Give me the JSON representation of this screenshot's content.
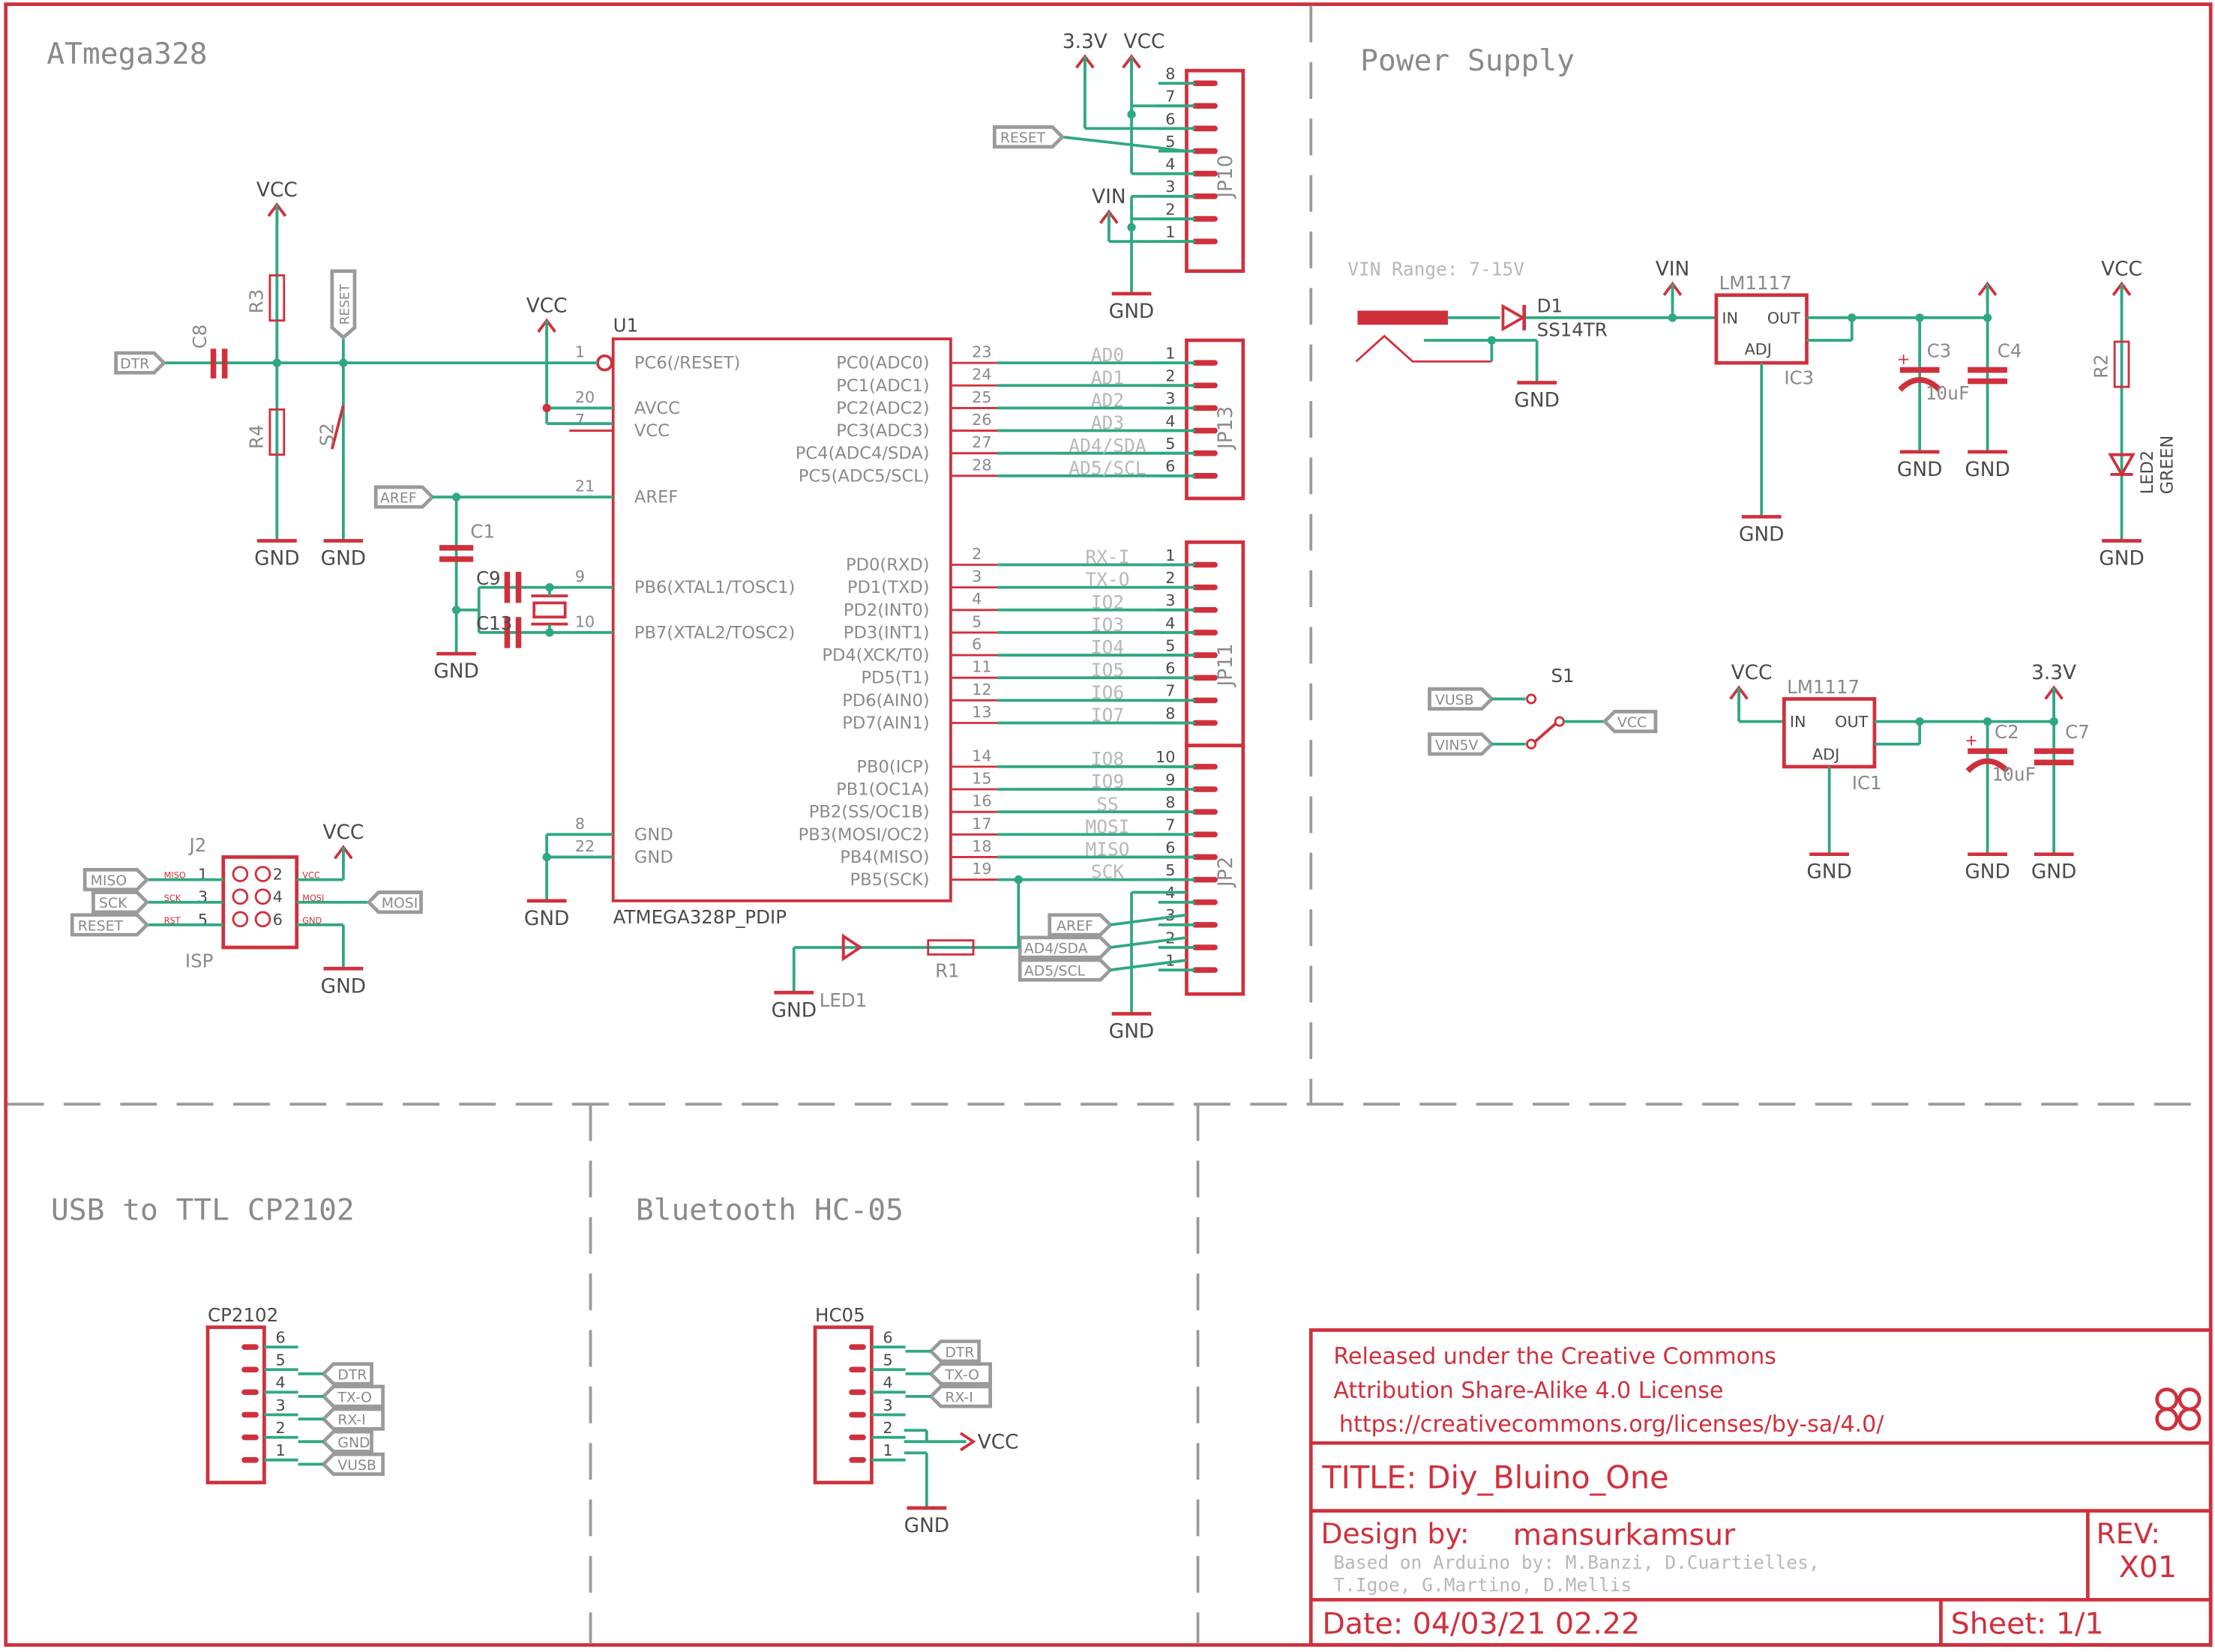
{
  "sections": {
    "atmega": "ATmega328",
    "power": "Power Supply",
    "usb": "USB to TTL CP2102",
    "bluetooth": "Bluetooth HC-05"
  },
  "u1": {
    "ref": "U1",
    "part": "ATMEGA328P_PDIP",
    "left_pins": [
      {
        "num": "1",
        "name": "PC6(/RESET)"
      },
      {
        "num": "20",
        "name": "AVCC"
      },
      {
        "num": "7",
        "name": "VCC"
      },
      {
        "num": "21",
        "name": "AREF"
      },
      {
        "num": "9",
        "name": "PB6(XTAL1/TOSC1)"
      },
      {
        "num": "10",
        "name": "PB7(XTAL2/TOSC2)"
      },
      {
        "num": "8",
        "name": "GND"
      },
      {
        "num": "22",
        "name": "GND"
      }
    ],
    "right_pins": [
      {
        "num": "23",
        "name": "PC0(ADC0)",
        "net": "AD0"
      },
      {
        "num": "24",
        "name": "PC1(ADC1)",
        "net": "AD1"
      },
      {
        "num": "25",
        "name": "PC2(ADC2)",
        "net": "AD2"
      },
      {
        "num": "26",
        "name": "PC3(ADC3)",
        "net": "AD3"
      },
      {
        "num": "27",
        "name": "PC4(ADC4/SDA)",
        "net": "AD4/SDA"
      },
      {
        "num": "28",
        "name": "PC5(ADC5/SCL)",
        "net": "AD5/SCL"
      },
      {
        "num": "2",
        "name": "PD0(RXD)",
        "net": "RX-I"
      },
      {
        "num": "3",
        "name": "PD1(TXD)",
        "net": "TX-O"
      },
      {
        "num": "4",
        "name": "PD2(INT0)",
        "net": "IO2"
      },
      {
        "num": "5",
        "name": "PD3(INT1)",
        "net": "IO3"
      },
      {
        "num": "6",
        "name": "PD4(XCK/T0)",
        "net": "IO4"
      },
      {
        "num": "11",
        "name": "PD5(T1)",
        "net": "IO5"
      },
      {
        "num": "12",
        "name": "PD6(AIN0)",
        "net": "IO6"
      },
      {
        "num": "13",
        "name": "PD7(AIN1)",
        "net": "IO7"
      },
      {
        "num": "14",
        "name": "PB0(ICP)",
        "net": "IO8"
      },
      {
        "num": "15",
        "name": "PB1(OC1A)",
        "net": "IO9"
      },
      {
        "num": "16",
        "name": "PB2(SS/OC1B)",
        "net": "SS"
      },
      {
        "num": "17",
        "name": "PB3(MOSI/OC2)",
        "net": "MOSI"
      },
      {
        "num": "18",
        "name": "PB4(MISO)",
        "net": "MISO"
      },
      {
        "num": "19",
        "name": "PB5(SCK)",
        "net": "SCK"
      }
    ]
  },
  "headers": {
    "jp10": {
      "ref": "JP10",
      "pins": [
        "8",
        "7",
        "6",
        "5",
        "4",
        "3",
        "2",
        "1"
      ]
    },
    "jp13": {
      "ref": "JP13",
      "pins": [
        "1",
        "2",
        "3",
        "4",
        "5",
        "6"
      ]
    },
    "jp11": {
      "ref": "JP11",
      "pins": [
        "1",
        "2",
        "3",
        "4",
        "5",
        "6",
        "7",
        "8"
      ]
    },
    "jp2": {
      "ref": "JP2",
      "pins": [
        "10",
        "9",
        "8",
        "7",
        "6",
        "5",
        "4",
        "3",
        "2",
        "1"
      ]
    },
    "cp2102": {
      "ref": "CP2102",
      "pins": [
        "6",
        "5",
        "4",
        "3",
        "2",
        "1"
      ],
      "labels": [
        "DTR",
        "TX-O",
        "RX-I",
        "GND",
        "VUSB"
      ]
    },
    "hc05": {
      "ref": "HC05",
      "pins": [
        "6",
        "5",
        "4",
        "3",
        "2",
        "1"
      ],
      "labels": [
        "DTR",
        "TX-O",
        "RX-I"
      ]
    }
  },
  "nets": {
    "vcc": "VCC",
    "v33": "3.3V",
    "gnd": "GND",
    "vin": "VIN",
    "reset": "RESET",
    "dtr": "DTR",
    "aref": "AREF",
    "ad4": "AD4/SDA",
    "ad5": "AD5/SCL",
    "miso": "MISO",
    "sck": "SCK",
    "mosi": "MOSI",
    "vusb": "VUSB",
    "vin5v": "VIN5V"
  },
  "parts": {
    "r3": "R3",
    "r4": "R4",
    "r1": "R1",
    "r2": "R2",
    "c8": "C8",
    "c1": "C1",
    "c9": "C9",
    "c13": "C13",
    "s2": "S2",
    "s1": "S1",
    "led1": "LED1",
    "led2": "LED2",
    "green": "GREEN",
    "d1": "D1",
    "d1_part": "SS14TR",
    "ic3": "IC3",
    "ic1": "IC1",
    "lm1117": "LM1117",
    "c3": "C3",
    "c4": "C4",
    "c2": "C2",
    "c7": "C7",
    "uf10": "10uF",
    "j2": "J2",
    "isp": "ISP",
    "vin_range": "VIN Range: 7-15V",
    "reg_in": "IN",
    "reg_out": "OUT",
    "reg_adj": "ADJ"
  },
  "isp_pins": {
    "left": [
      "1",
      "3",
      "5"
    ],
    "right": [
      "2",
      "4",
      "6"
    ],
    "left_names": [
      "MISO",
      "SCK",
      "RST"
    ],
    "right_names": [
      "VCC",
      "MOSI",
      "GND"
    ]
  },
  "title_block": {
    "license_line1": "Released under the Creative Commons",
    "license_line2": "Attribution Share-Alike 4.0 License",
    "license_url": "https://creativecommons.org/licenses/by-sa/4.0/",
    "title": "TITLE: Diy_Bluino_One",
    "design_by_label": "Design by:",
    "designer": "mansurkamsur",
    "credit_line1": "Based on Arduino by: M.Banzi, D.Cuartielles,",
    "credit_line2": "T.Igoe, G.Martino, D.Mellis",
    "rev_label": "REV:",
    "rev": "X01",
    "date": "Date: 04/03/21 02.22",
    "sheet": "Sheet: 1/1"
  }
}
